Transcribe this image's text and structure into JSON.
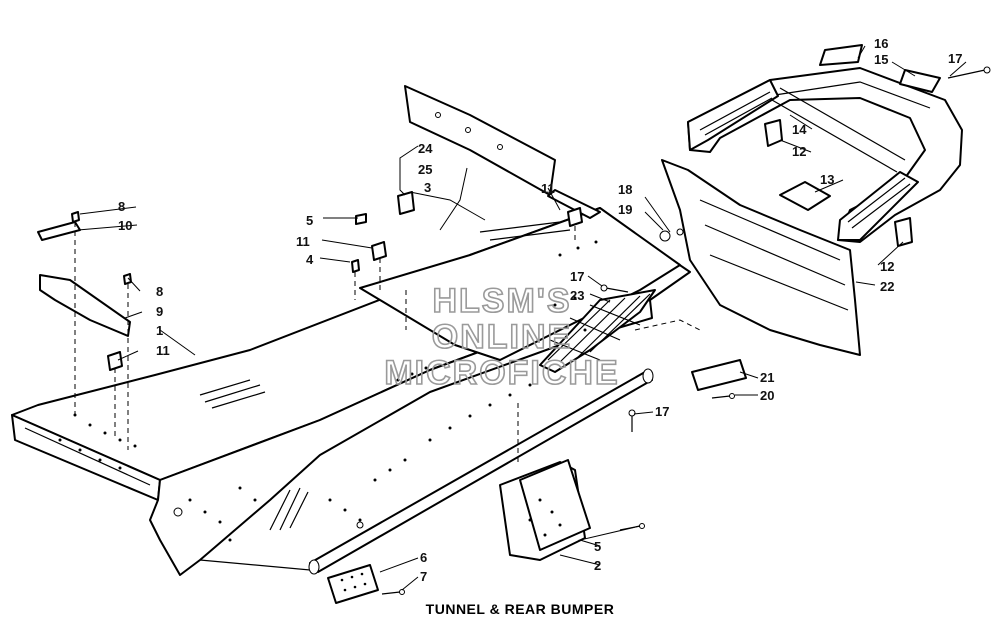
{
  "diagram": {
    "caption": "TUNNEL & REAR BUMPER",
    "watermark_lines": [
      "HLSM'S",
      "ONLINE",
      "MICROFICHE"
    ],
    "callouts": [
      {
        "id": "c-16",
        "label": "16"
      },
      {
        "id": "c-15",
        "label": "15"
      },
      {
        "id": "c-17-top",
        "label": "17"
      },
      {
        "id": "c-14",
        "label": "14"
      },
      {
        "id": "c-12-top",
        "label": "12"
      },
      {
        "id": "c-13",
        "label": "13"
      },
      {
        "id": "c-18",
        "label": "18"
      },
      {
        "id": "c-19",
        "label": "19"
      },
      {
        "id": "c-24",
        "label": "24"
      },
      {
        "id": "c-25",
        "label": "25"
      },
      {
        "id": "c-3",
        "label": "3"
      },
      {
        "id": "c-11-top",
        "label": "11"
      },
      {
        "id": "c-5-top",
        "label": "5"
      },
      {
        "id": "c-11-mid",
        "label": "11"
      },
      {
        "id": "c-4",
        "label": "4"
      },
      {
        "id": "c-8-top",
        "label": "8"
      },
      {
        "id": "c-10",
        "label": "10"
      },
      {
        "id": "c-8-mid",
        "label": "8"
      },
      {
        "id": "c-9",
        "label": "9"
      },
      {
        "id": "c-1",
        "label": "1"
      },
      {
        "id": "c-11-left",
        "label": "11"
      },
      {
        "id": "c-17-mid",
        "label": "17"
      },
      {
        "id": "c-23",
        "label": "23"
      },
      {
        "id": "c-12-right",
        "label": "12"
      },
      {
        "id": "c-22",
        "label": "22"
      },
      {
        "id": "c-21",
        "label": "21"
      },
      {
        "id": "c-20",
        "label": "20"
      },
      {
        "id": "c-17-low",
        "label": "17"
      },
      {
        "id": "c-5-low",
        "label": "5"
      },
      {
        "id": "c-2",
        "label": "2"
      },
      {
        "id": "c-6",
        "label": "6"
      },
      {
        "id": "c-7",
        "label": "7"
      }
    ]
  }
}
